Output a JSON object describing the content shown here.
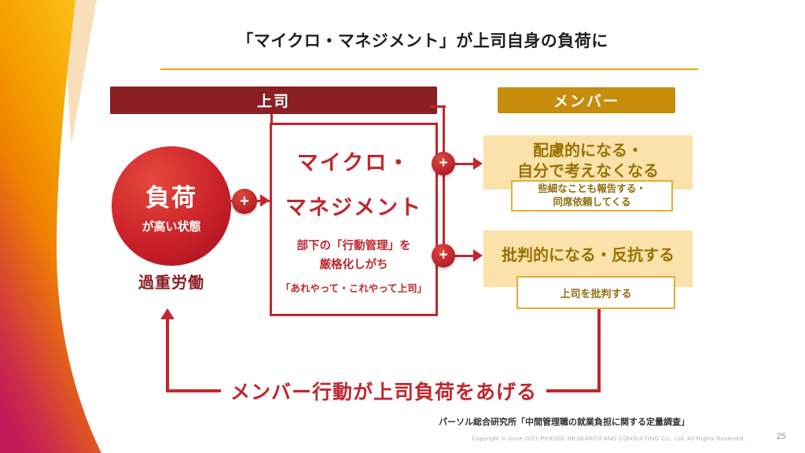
{
  "slide": {
    "title": "「マイクロ・マネジメント」が上司自身の負荷に",
    "plus": "+",
    "supervisor": {
      "header": "上司",
      "circle_main": "負荷",
      "circle_sub": "が高い状態",
      "overwork_label": "過重労働",
      "mm_title_line1": "マイクロ・",
      "mm_title_line2": "マネジメント",
      "mm_sub_line1": "部下の「行動管理」を",
      "mm_sub_line2": "厳格化しがち",
      "mm_quote": "「あれやって・これやって上司」"
    },
    "member": {
      "header": "メンバー",
      "effect1": {
        "title_line1": "配慮的になる・",
        "title_line2": "自分で考えなくなる",
        "detail_line1": "些細なことも報告する・",
        "detail_line2": "同席依頼してくる"
      },
      "effect2": {
        "title": "批判的になる・反抗する",
        "detail": "上司を批判する"
      }
    },
    "feedback_label": "メンバー行動が上司負荷をあげる",
    "source": "パーソル総合研究所「中間管理職の就業負担に関する定量調査」",
    "footer": {
      "copyright": "Copyright © since 2021  PERSOL  RESEARCH AND CONSULTING Co., Ltd. All Rights Reserved.",
      "page": "25"
    },
    "colors": {
      "accent_red": "#C1272D",
      "maroon": "#8A1F24",
      "gold_header": "#C78C0C",
      "tan_box": "#FAE2AA",
      "gold_text": "#9A7200",
      "title_underline": "#F3A800"
    }
  }
}
